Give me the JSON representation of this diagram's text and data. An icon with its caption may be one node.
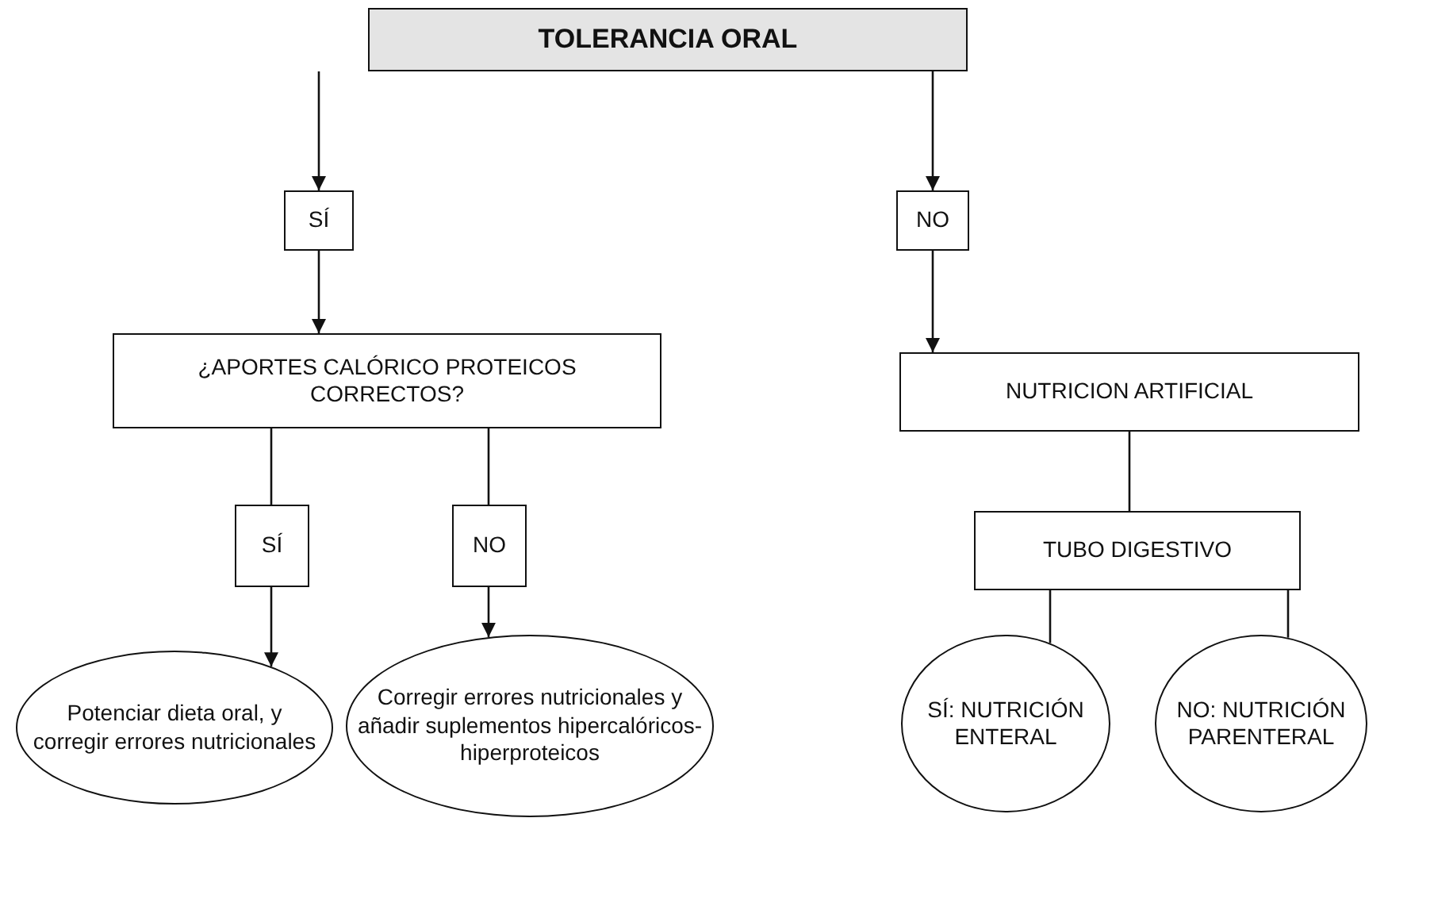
{
  "diagram": {
    "nodes": [
      {
        "text": [
          "TOLERANCIA ORAL"
        ]
      },
      {
        "text": [
          "SÍ"
        ]
      },
      {
        "text": [
          "NO"
        ]
      },
      {
        "text": [
          "¿APORTES CALÓRICO PROTEICOS CORRECTOS?"
        ]
      },
      {
        "text": [
          "NUTRICION ARTIFICIAL"
        ]
      },
      {
        "text": [
          "SÍ"
        ]
      },
      {
        "text": [
          "NO"
        ]
      },
      {
        "text": [
          "TUBO DIGESTIVO"
        ]
      },
      {
        "text": [
          "Potenciar dieta oral, y corregir errores nutricionales"
        ]
      },
      {
        "text": [
          "Corregir errores nutricionales y añadir suplementos hipercalóricos-hiperproteicos"
        ]
      },
      {
        "text": [
          "SÍ: NUTRICIÓN ENTERAL"
        ]
      },
      {
        "text": [
          "NO: NUTRICIÓN PARENTERAL"
        ]
      }
    ],
    "edges": [
      {
        "from": 0,
        "to": 1,
        "arrow": "to"
      },
      {
        "from": 1,
        "to": 3,
        "arrow": "to"
      },
      {
        "from": 0,
        "to": 2,
        "arrow": "to"
      },
      {
        "from": 2,
        "to": 4,
        "arrow": "to"
      },
      {
        "from": 3,
        "to": 5,
        "arrow": "none"
      },
      {
        "from": 5,
        "to": 8,
        "arrow": "to"
      },
      {
        "from": 3,
        "to": 6,
        "arrow": "none"
      },
      {
        "from": 6,
        "to": 9,
        "arrow": "to"
      },
      {
        "from": 4,
        "to": 7,
        "arrow": "none"
      },
      {
        "from": 7,
        "to": 10,
        "arrow": "none"
      },
      {
        "from": 7,
        "to": 11,
        "arrow": "none"
      }
    ]
  }
}
